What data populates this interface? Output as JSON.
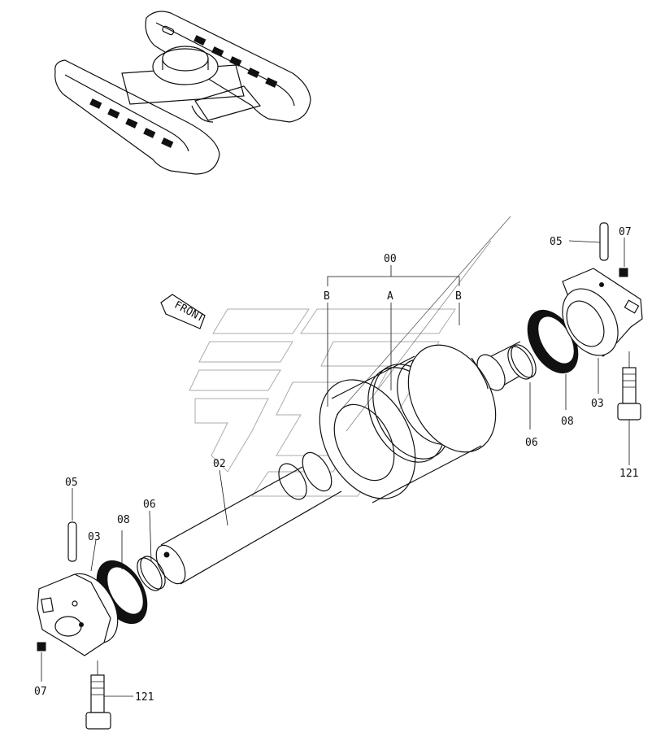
{
  "labels": {
    "assembly": "00",
    "shaft": "02",
    "bracket_left": "03",
    "bracket_right": "03",
    "pin_left": "05",
    "pin_right": "05",
    "oring_left": "06",
    "oring_right": "06",
    "plug_left": "07",
    "plug_right": "07",
    "seal_left": "08",
    "seal_right": "08",
    "bolt_left": "121",
    "bolt_right": "121",
    "ref_a": "A",
    "ref_b_left": "B",
    "ref_b_right": "B",
    "front_arrow": "FRONT"
  }
}
